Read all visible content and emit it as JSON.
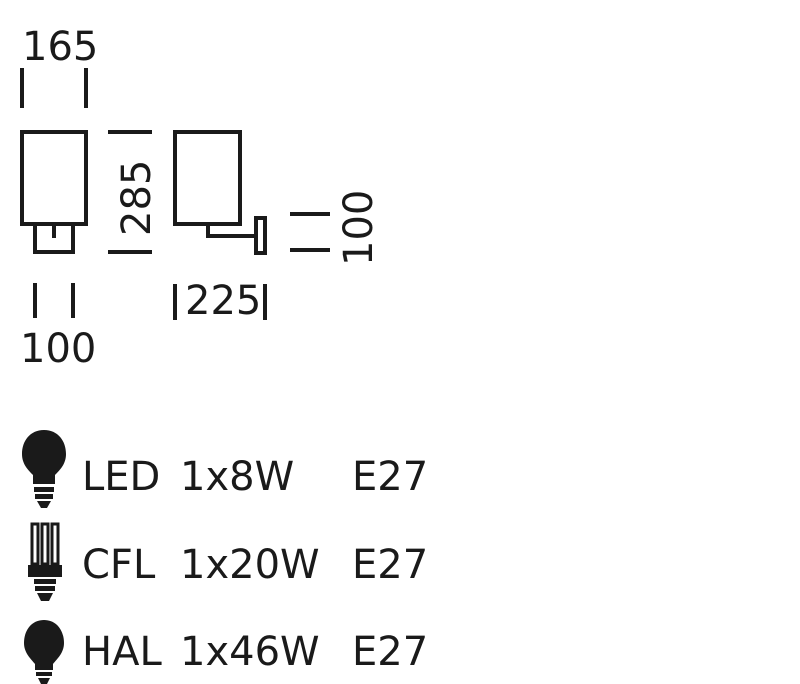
{
  "dimensions": {
    "shade_width": "165",
    "height": "285",
    "base_width": "100",
    "projection": "225",
    "backplate_height": "100"
  },
  "specs": [
    {
      "icon": "led-bulb-icon",
      "type": "LED",
      "power": "1x8W",
      "socket": "E27"
    },
    {
      "icon": "cfl-bulb-icon",
      "type": "CFL",
      "power": "1x20W",
      "socket": "E27"
    },
    {
      "icon": "halogen-bulb-icon",
      "type": "HAL",
      "power": "1x46W",
      "socket": "E27"
    }
  ]
}
